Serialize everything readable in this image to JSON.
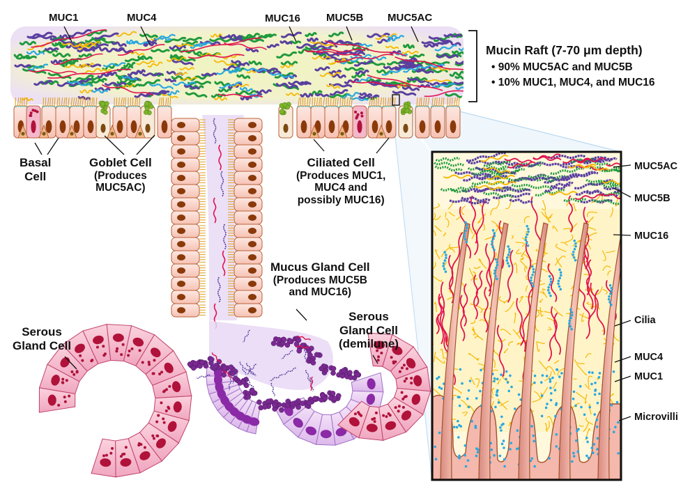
{
  "figure": {
    "title": "Airway mucin layer and epithelium with submucosal gland",
    "colors": {
      "muc1": "#29a8e0",
      "muc4": "#f5b800",
      "muc16": "#e0134f",
      "muc5b": "#5a3fa0",
      "muc5ac": "#1e9a3c",
      "raft_bg": "#f4f6c8",
      "epithelial_cell": "#f9d6cf",
      "cell_outline": "#b9623a",
      "nucleus": "#8a3a0a",
      "goblet_granules": "#7fb52c",
      "serous_cell": "#f2b4c8",
      "serous_nucleus": "#b0123a",
      "mucus_cell": "#e6c8ef",
      "mucus_granules": "#7a2a90",
      "cilia": "#e0a020",
      "inset_border": "#111111",
      "inset_bg": "#fff6d8",
      "cilia_shaft": "#eeaaa0",
      "zoom_guides": "#b8d8f0"
    }
  },
  "top_labels": [
    {
      "id": "muc1",
      "text": "MUC1"
    },
    {
      "id": "muc4",
      "text": "MUC4"
    },
    {
      "id": "muc16",
      "text": "MUC16"
    },
    {
      "id": "muc5b",
      "text": "MUC5B"
    },
    {
      "id": "muc5ac",
      "text": "MUC5AC"
    }
  ],
  "mucin_raft": {
    "title": "Mucin Raft (7-70 μm depth)",
    "bullets": [
      "• 90% MUC5AC and MUC5B",
      "• 10% MUC1, MUC4, and MUC16"
    ]
  },
  "cell_labels": {
    "basal": {
      "line1": "Basal",
      "line2": "Cell"
    },
    "goblet": {
      "title": "Goblet Cell",
      "sub1": "(Produces",
      "sub2": "MUC5AC)"
    },
    "ciliated": {
      "title": "Ciliated Cell",
      "sub1": "(Produces MUC1,",
      "sub2": "MUC4 and",
      "sub3": "possibly MUC16)"
    },
    "mucus_gland": {
      "title": "Mucus Gland Cell",
      "sub1": "(Produces MUC5B",
      "sub2": "and MUC16)"
    },
    "serous_left": {
      "line1": "Serous",
      "line2": "Gland Cell"
    },
    "serous_right": {
      "line1": "Serous",
      "line2": "Gland Cell",
      "line3": "(demilune)"
    }
  },
  "inset_labels": [
    {
      "id": "muc5ac",
      "text": "MUC5AC"
    },
    {
      "id": "muc5b",
      "text": "MUC5B"
    },
    {
      "id": "muc16",
      "text": "MUC16"
    },
    {
      "id": "cilia",
      "text": "Cilia"
    },
    {
      "id": "muc4",
      "text": "MUC4"
    },
    {
      "id": "muc1",
      "text": "MUC1"
    },
    {
      "id": "microvilli",
      "text": "Microvilli"
    }
  ]
}
